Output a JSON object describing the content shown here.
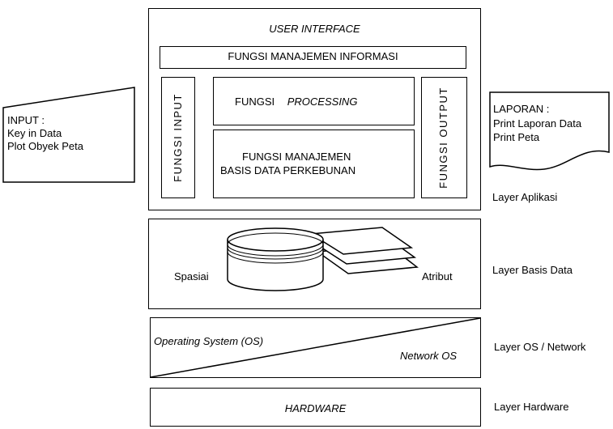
{
  "application_layer": {
    "user_interface": "USER INTERFACE",
    "info_management": "FUNGSI MANAJEMEN INFORMASI",
    "fungsi_input": "FUNGSI INPUT",
    "fungsi_output": "FUNGSI OUTPUT",
    "processing_prefix": "FUNGSI",
    "processing_italic": "PROCESSING",
    "db_mgmt_line1": "FUNGSI MANAJEMEN",
    "db_mgmt_line2": "BASIS DATA PERKEBUNAN",
    "layer_label": "Layer Aplikasi"
  },
  "input_doc": {
    "title": "INPUT :",
    "line1": "Key in Data",
    "line2": "Plot Obyek Peta"
  },
  "report_doc": {
    "title": "LAPORAN :",
    "line1": "Print Laporan Data",
    "line2": "Print Peta"
  },
  "database_layer": {
    "spatial": "Spasiai",
    "attribute": "Atribut",
    "layer_label": "Layer Basis Data"
  },
  "os_layer": {
    "os": "Operating System (OS)",
    "network_os": "Network OS",
    "layer_label": "Layer OS / Network"
  },
  "hardware_layer": {
    "hardware": "HARDWARE",
    "layer_label": "Layer Hardware"
  }
}
